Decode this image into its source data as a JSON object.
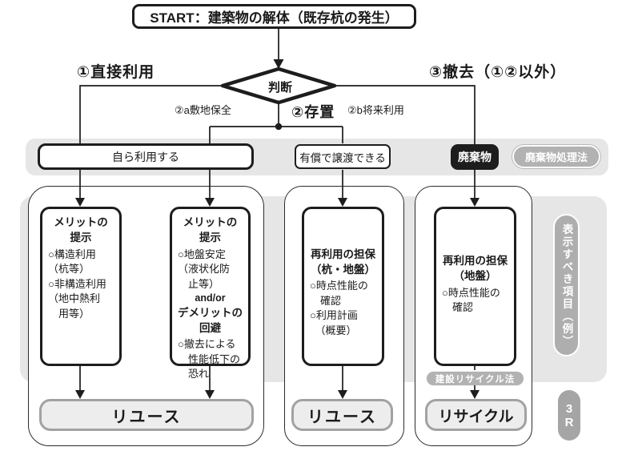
{
  "flow": {
    "start": "START：建築物の解体（既存杭の発生）",
    "decision": "判断",
    "branch1": "①直接利用",
    "branch2": "②存置",
    "branch2a": "②a敷地保全",
    "branch2b": "②b将来利用",
    "branch3": "③撤去（①②以外）"
  },
  "disposition_row": {
    "self_use": "自ら利用する",
    "paid_transfer": "有償で譲渡できる",
    "waste": "廃棄物",
    "waste_law_badge": "廃棄物処理法"
  },
  "detail_boxes": {
    "merit_direct": {
      "heading": "メリットの\n提示",
      "body": "○構造利用\n（杭等）\n○非構造利用\n（地中熱利\n　用等）"
    },
    "merit_preserve": {
      "heading": "メリットの\n提示",
      "body1": "○地盤安定\n（液状化防\n　止等）",
      "connector": "and/or",
      "heading2": "デメリットの\n回避",
      "body2": "○撤去による\n　性能低下の\n　恐れ"
    },
    "guarantee_pile_ground": {
      "heading": "再利用の担保\n（杭・地盤）",
      "body": "○時点性能の\n　確認\n○利用計画\n　（概要）"
    },
    "guarantee_ground": {
      "heading": "再利用の担保\n（地盤）",
      "body": "○時点性能の\n　確認"
    }
  },
  "outcomes": {
    "reuse_direct": "リユース",
    "reuse_preserve": "リユース",
    "recycle": "リサイクル"
  },
  "badges": {
    "recycle_law": "建設リサイクル法",
    "display_items": "表示すべき項目（例）",
    "three_r": "3R"
  },
  "colors": {
    "band": "#e6e6e6",
    "badge_gray": "#b2b2b2",
    "outcome_fill": "#ededed",
    "outcome_border": "#a2a2a2",
    "ink": "#1d1d1d"
  }
}
